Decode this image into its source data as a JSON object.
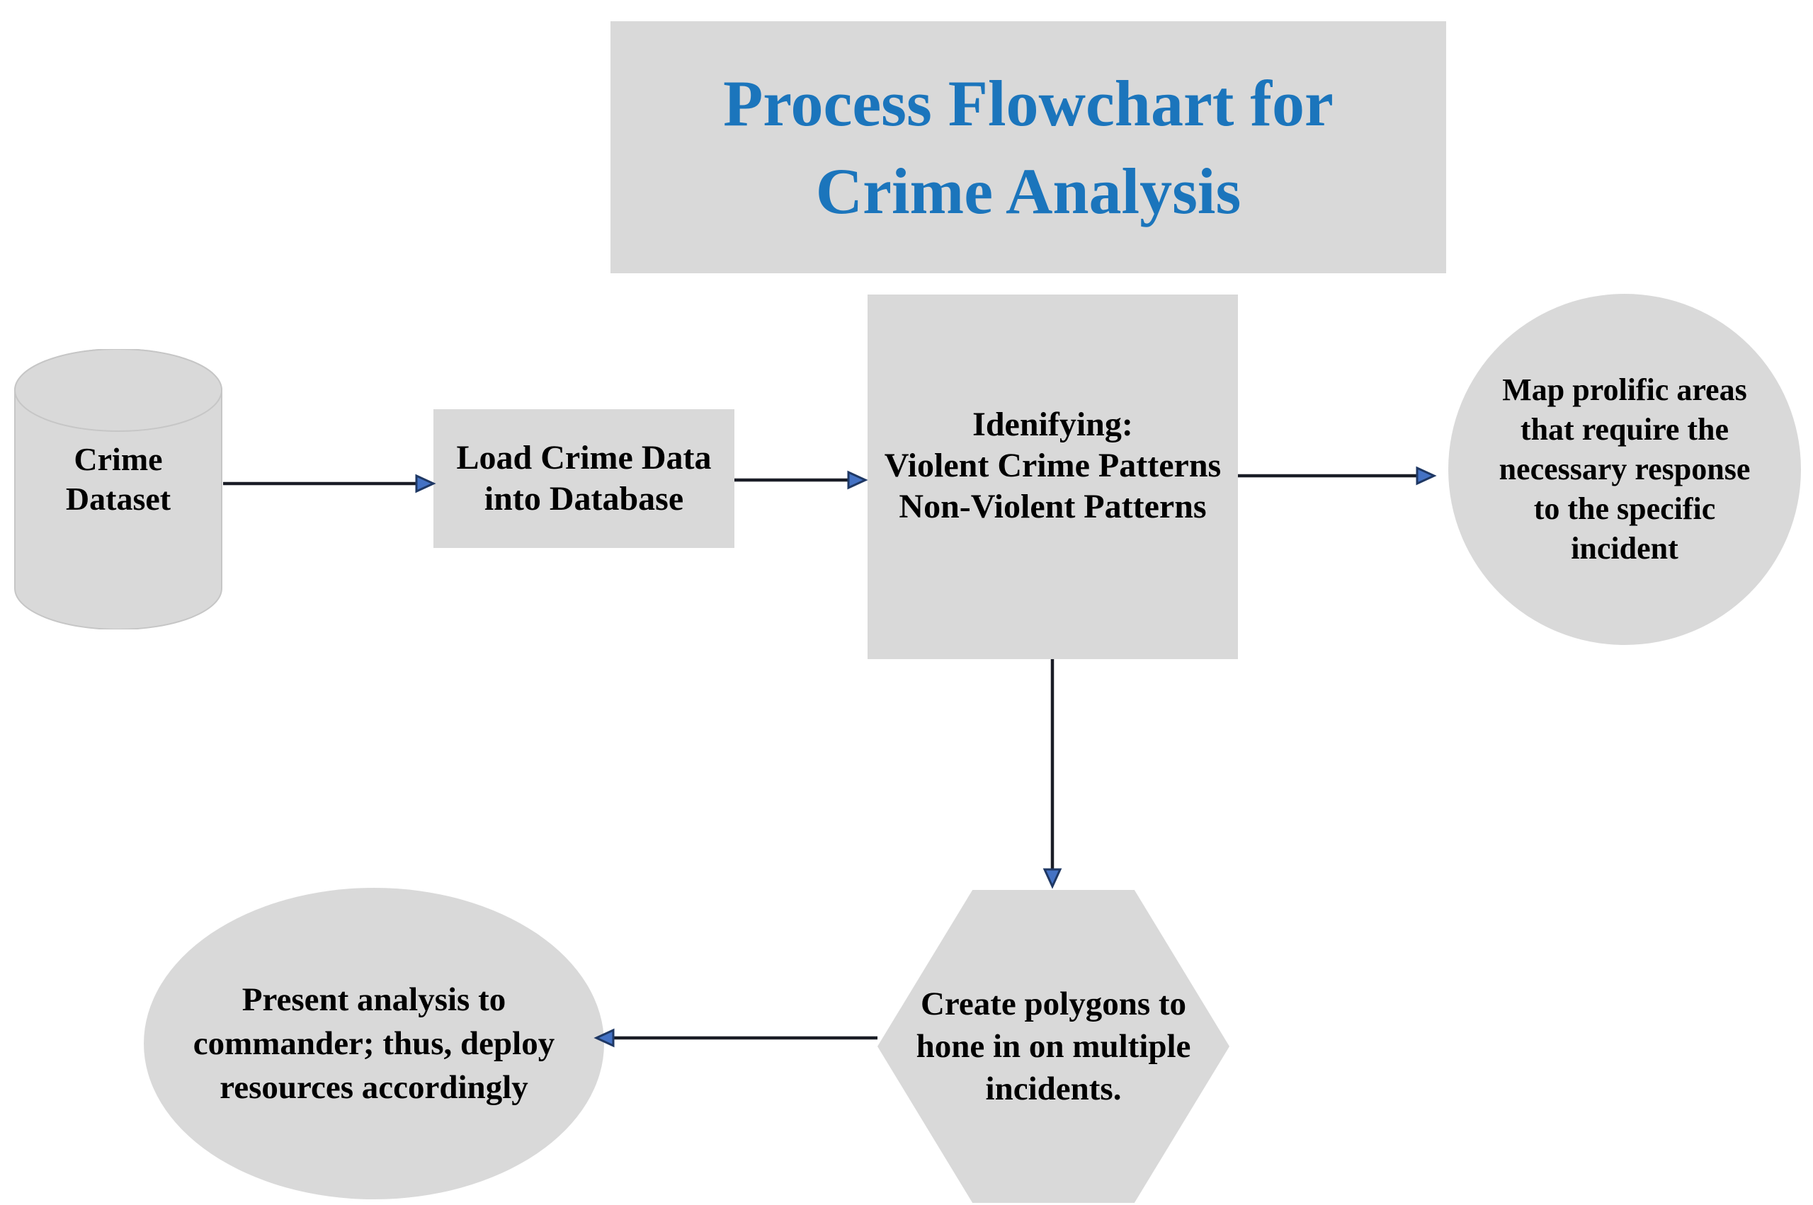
{
  "title": {
    "text": "Process Flowchart for\nCrime Analysis"
  },
  "nodes": {
    "crime_dataset": {
      "shape": "cylinder",
      "label": "Crime\nDataset"
    },
    "load_data": {
      "shape": "rectangle",
      "label": "Load Crime Data\ninto Database"
    },
    "identifying": {
      "shape": "rectangle",
      "label": "Idenifying:\nViolent Crime Patterns\nNon-Violent Patterns"
    },
    "map_areas": {
      "shape": "circle",
      "label": "Map prolific areas\nthat require the\nnecessary response\nto the specific\nincident"
    },
    "create_polygons": {
      "shape": "hexagon",
      "label": "Create polygons to\nhone in on multiple\nincidents."
    },
    "present_analysis": {
      "shape": "ellipse",
      "label": "Present analysis to\ncommander; thus, deploy\nresources accordingly"
    }
  },
  "edges": [
    {
      "from": "crime_dataset",
      "to": "load_data"
    },
    {
      "from": "load_data",
      "to": "identifying"
    },
    {
      "from": "identifying",
      "to": "map_areas"
    },
    {
      "from": "identifying",
      "to": "create_polygons"
    },
    {
      "from": "create_polygons",
      "to": "present_analysis"
    }
  ],
  "colors": {
    "background": "#FFFFFF",
    "shape_fill": "#D9D9D9",
    "shape_edge": "#C6C6C6",
    "title_text": "#1B75BC",
    "node_text": "#000000",
    "arrow_line": "#1A1D26",
    "arrow_head_fill": "#4472C4",
    "arrow_head_stroke": "#1F3864"
  }
}
